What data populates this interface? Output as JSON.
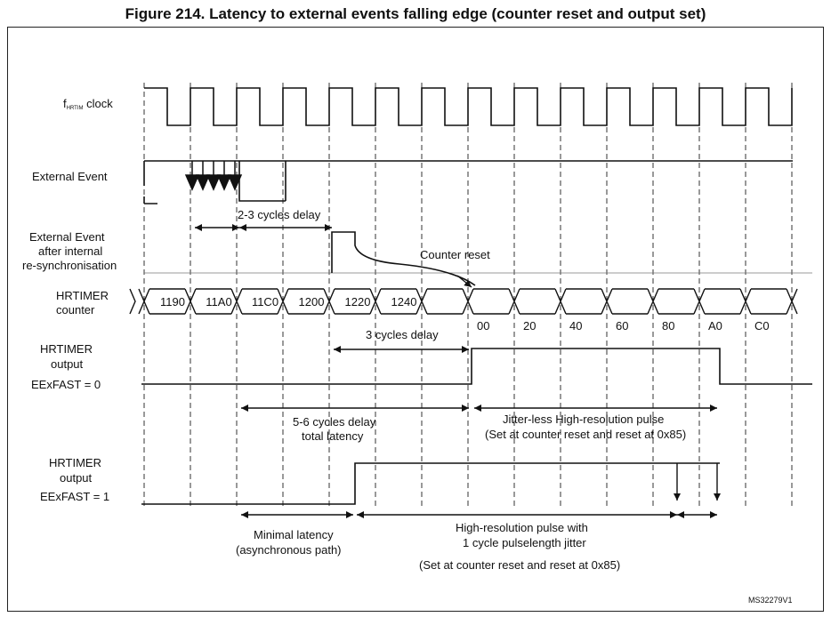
{
  "figure": {
    "title": "Figure 214. Latency to external events falling edge (counter reset and output set)",
    "doc_ref": "MS32279V1"
  },
  "signals": {
    "clock": {
      "prefix": "f",
      "subscript": "HRTIM",
      "suffix": " clock"
    },
    "external_event": [
      "External Event"
    ],
    "resync": [
      "External Event",
      "after internal",
      "re-synchronisation"
    ],
    "counter": [
      "HRTIMER",
      "counter"
    ],
    "out0": [
      "HRTIMER",
      "output",
      "EExFAST = 0"
    ],
    "out1": [
      "HRTIMER",
      "output",
      "EExFAST = 1"
    ]
  },
  "counter_values": [
    "1190",
    "11A0",
    "11C0",
    "1200",
    "1220",
    "1240",
    "00",
    "20",
    "40",
    "60",
    "80",
    "A0",
    "C0"
  ],
  "annotations": {
    "delay_2_3": "2-3 cycles delay",
    "counter_reset": "Counter reset",
    "delay_3": "3 cycles delay",
    "delay_5_6": [
      "5-6 cycles delay",
      "total latency"
    ],
    "jitterless": [
      "Jitter-less High-resolution pulse",
      "(Set at counter reset and reset at 0x85)"
    ],
    "minimal_latency": [
      "Minimal latency",
      "(asynchronous path)"
    ],
    "hires_pulse": [
      "High-resolution pulse with",
      "1 cycle pulselength jitter",
      "(Set at counter reset and reset at 0x85)"
    ]
  },
  "colors": {
    "line": "#111111",
    "grid": "#333333"
  }
}
